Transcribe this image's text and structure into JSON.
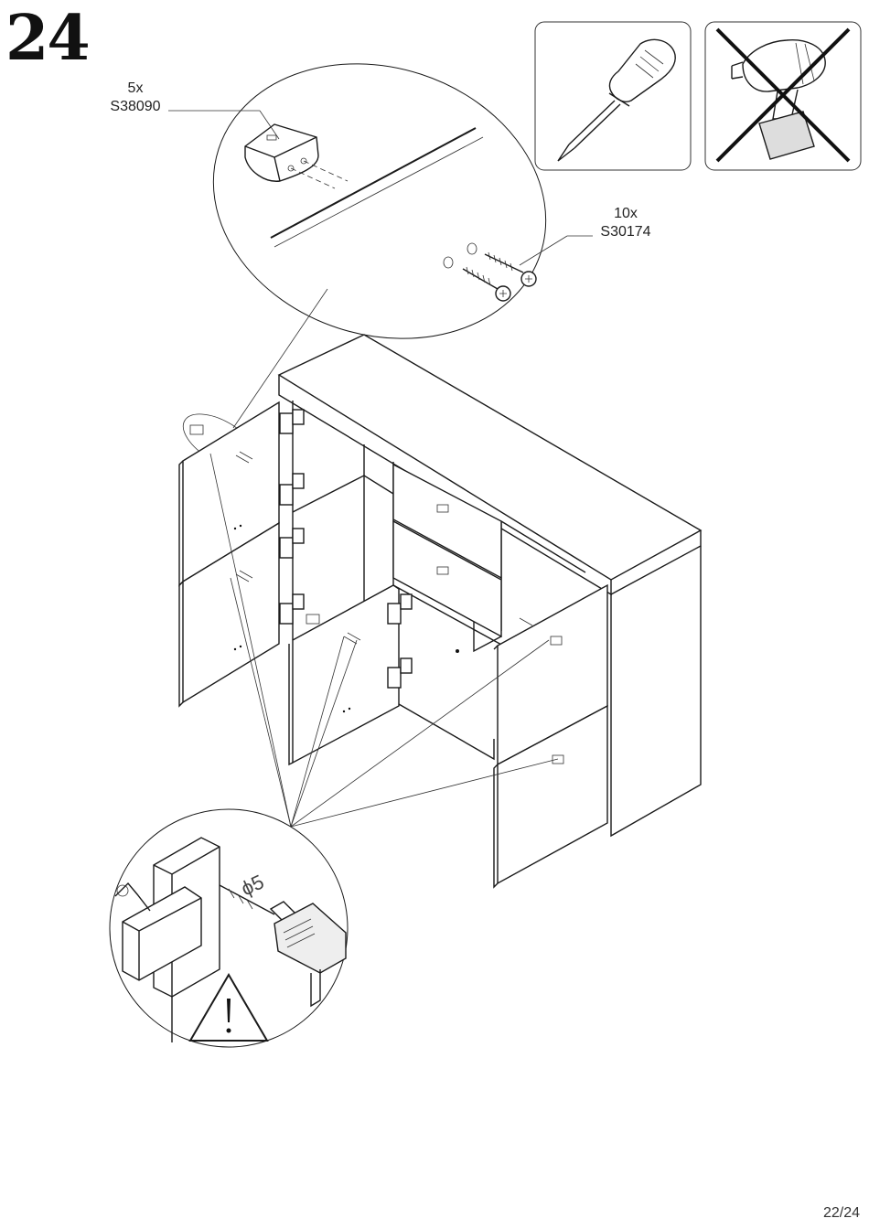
{
  "step": {
    "number": "24"
  },
  "parts": {
    "handle": {
      "quantity": "5x",
      "code": "S38090"
    },
    "screw": {
      "quantity": "10x",
      "code": "S30174"
    }
  },
  "tools": {
    "allowed": "screwdriver-icon",
    "not_allowed": "power-drill-crossed-icon"
  },
  "detail": {
    "drill_size": "ϕ5",
    "warning": "warning-icon"
  },
  "footer": {
    "page": "22/24"
  }
}
